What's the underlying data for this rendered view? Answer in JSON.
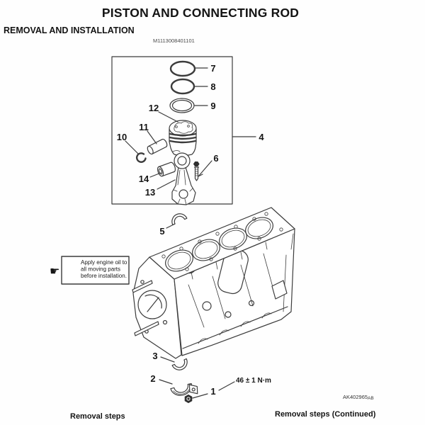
{
  "page": {
    "title": "PISTON AND CONNECTING ROD",
    "subtitle": "REMOVAL AND INSTALLATION",
    "figure_code": "M1113008401101",
    "drawing_code": "AK402965",
    "drawing_code_suffix": "AB",
    "footer_left": "Removal steps",
    "footer_right": "Removal steps (Continued)"
  },
  "note": {
    "icon_glyph": "☛",
    "line1": "Apply engine oil to",
    "line2": "all moving parts",
    "line3": "before installation."
  },
  "torque_label": "46 ± 1 N·m",
  "callouts": {
    "c1": "1",
    "c2": "2",
    "c3": "3",
    "c4": "4",
    "c5": "5",
    "c6": "6",
    "c7": "7",
    "c8": "8",
    "c9": "9",
    "c10": "10",
    "c11": "11",
    "c12": "12",
    "c13": "13",
    "c14": "14"
  },
  "colors": {
    "line": "#3c3c3c",
    "text": "#141414"
  }
}
